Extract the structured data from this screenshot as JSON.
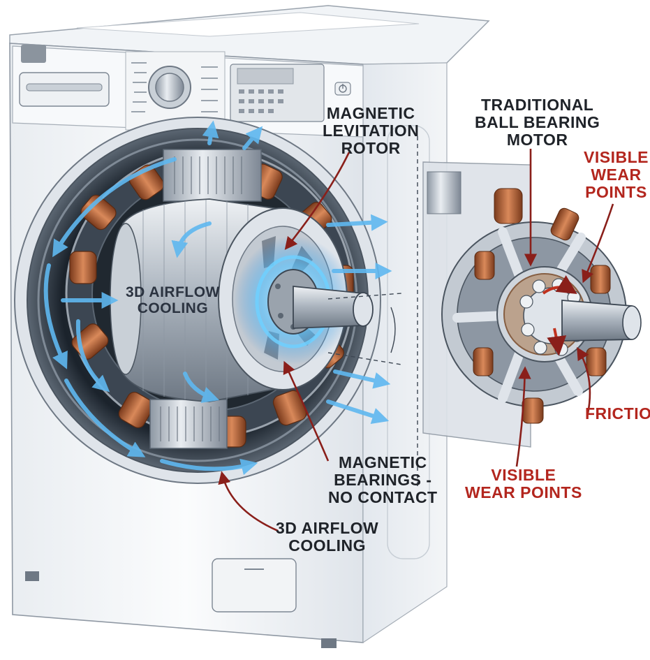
{
  "labels": {
    "maglev_rotor": [
      "MAGNETIC",
      "LEVITATION",
      "ROTOR"
    ],
    "airflow_center": [
      "3D AIRFLOW",
      "COOLING"
    ],
    "traditional_motor": [
      "TRADITIONAL",
      "BALL BEARING",
      "MOTOR"
    ],
    "wear_top": [
      "VISIBLE",
      "WEAR",
      "POINTS"
    ],
    "friction": [
      "FRICTION"
    ],
    "wear_bottom": [
      "VISIBLE",
      "WEAR POINTS"
    ],
    "mag_bearings": [
      "MAGNETIC",
      "BEARINGS -",
      "NO CONTACT"
    ],
    "airflow_bottom": [
      "3D AIRFLOW",
      "COOLING"
    ]
  },
  "colors": {
    "callout_dark": "#1f2329",
    "callout_red": "#b3261e",
    "arrow_dark": "#8a1f1a",
    "airflow_blue": "#5fb8f0",
    "copper": "#b8673a",
    "steel": "#b9c2cc",
    "machine_white": "#f4f6f8"
  },
  "icons": {
    "power_button": "power-icon",
    "control_knob": "dial-knob-icon"
  }
}
